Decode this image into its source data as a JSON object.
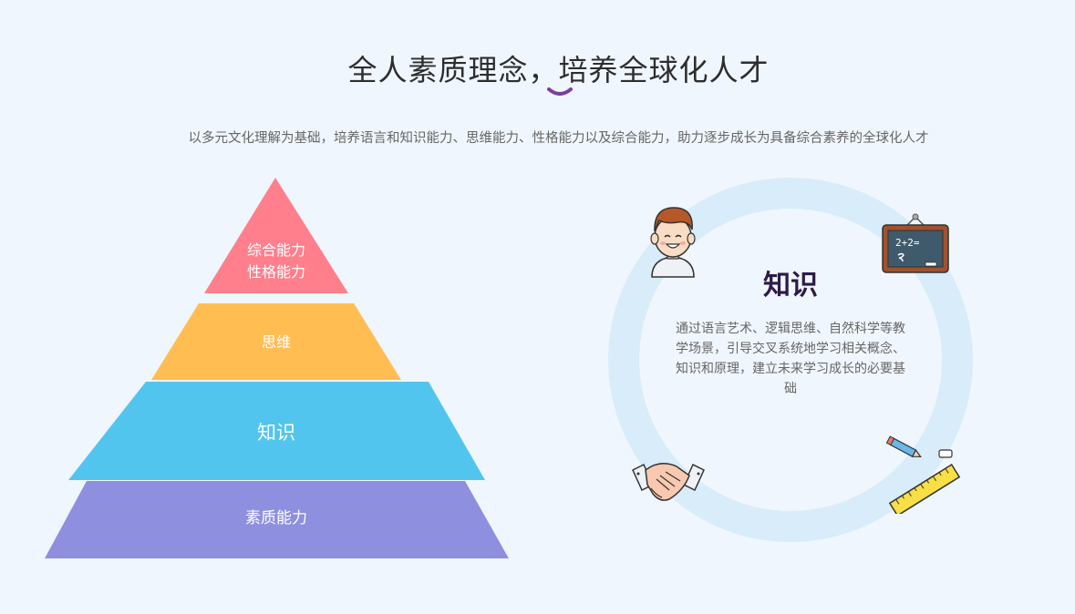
{
  "header": {
    "title": "全人素质理念，培养全球化人才",
    "subtitle": "以多元文化理解为基础，培养语言和知识能力、思维能力、性格能力以及综合能力，助力逐步成长为具备综合素养的全球化人才",
    "accent_color": "#7b3fa0"
  },
  "pyramid": {
    "tiers": [
      {
        "label_lines": [
          "综合能力",
          "性格能力"
        ],
        "color": "#ff7f8c"
      },
      {
        "label_lines": [
          "思维"
        ],
        "color": "#ffbd52"
      },
      {
        "label_lines": [
          "知识"
        ],
        "color": "#52c5ef"
      },
      {
        "label_lines": [
          "素质能力"
        ],
        "color": "#8f8fe0"
      }
    ]
  },
  "info_panel": {
    "title": "知识",
    "description": "通过语言艺术、逻辑思维、自然科学等教学场景，引导交叉系统地学习相关概念、知识和原理，建立未来学习成长的必要基础",
    "ring_color": "#d8ecfa",
    "icons": [
      "boy-avatar-icon",
      "chalkboard-icon",
      "handshake-icon",
      "pencil-ruler-icon"
    ],
    "chalkboard_text": "2+2="
  }
}
